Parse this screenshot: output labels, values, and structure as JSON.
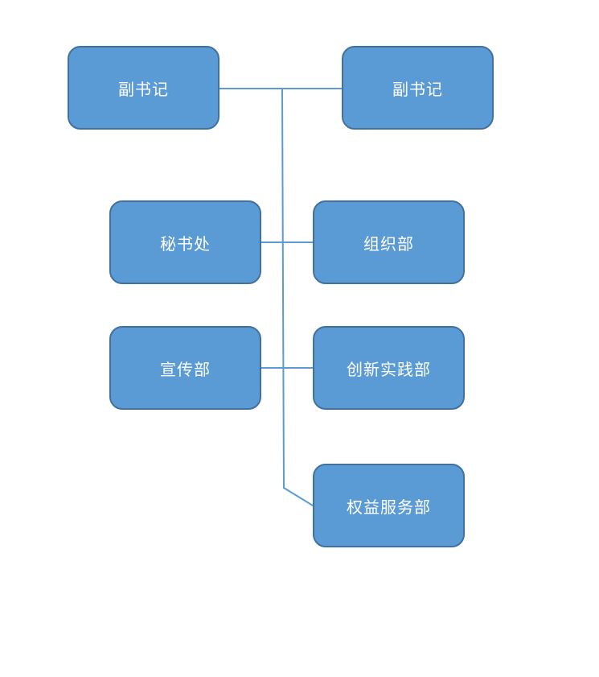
{
  "colors": {
    "node_fill": "#5b9bd5",
    "node_border": "#41719c",
    "connector": "#5b9bd5",
    "text": "#ffffff"
  },
  "nodes": {
    "deputy_secretary_left": "副书记",
    "deputy_secretary_right": "副书记",
    "secretariat": "秘书处",
    "organization_dept": "组织部",
    "publicity_dept": "宣传部",
    "innovation_practice_dept": "创新实践部",
    "rights_service_dept": "权益服务部"
  }
}
